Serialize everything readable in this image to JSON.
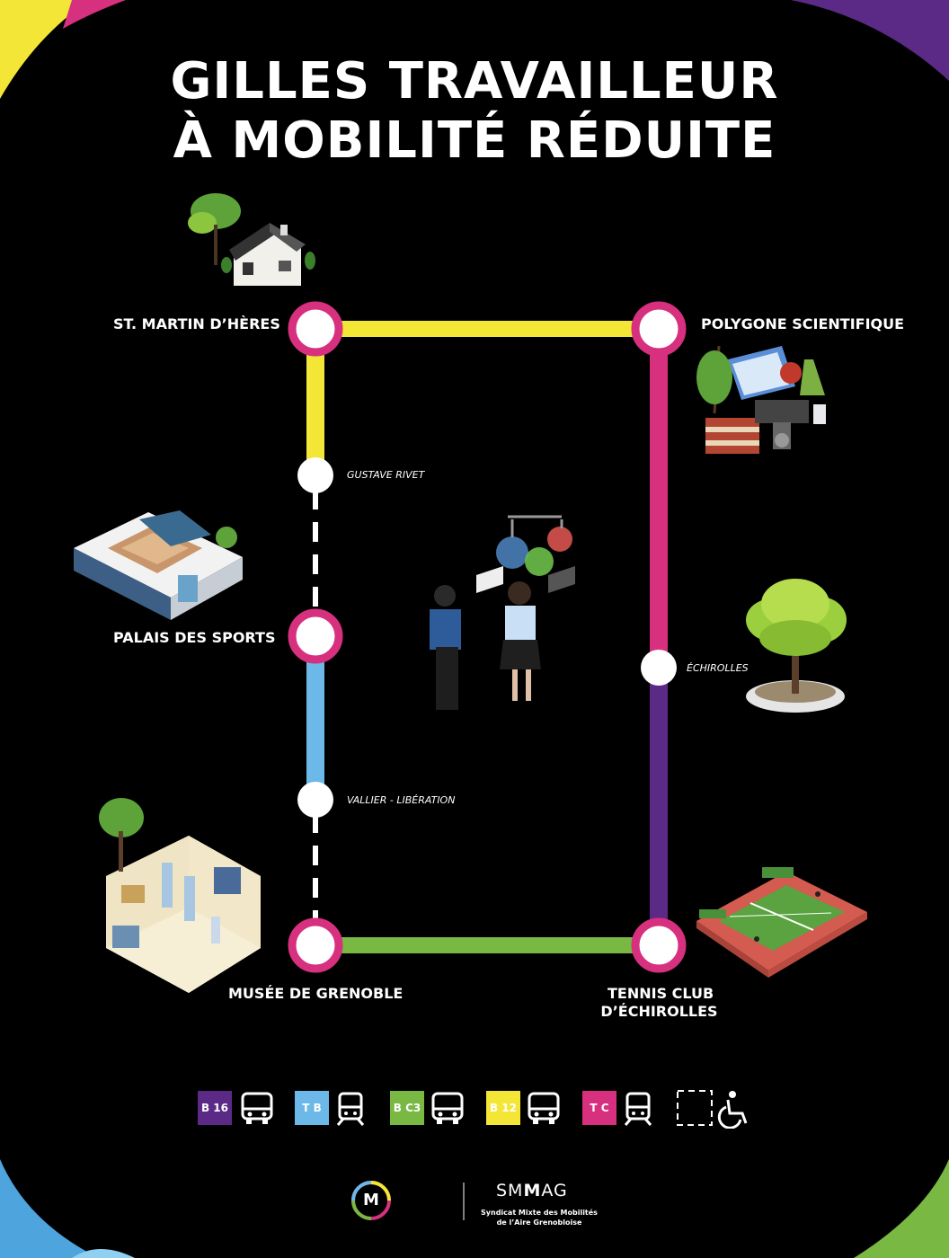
{
  "title": {
    "line1": "GILLES TRAVAILLEUR",
    "line2": "À MOBILITÉ RÉDUITE"
  },
  "stations": {
    "st_martin": "ST. MARTIN D’HÈRES",
    "polygone": "POLYGONE SCIENTIFIQUE",
    "gustave_rivet": "GUSTAVE RIVET",
    "palais_sports": "PALAIS DES SPORTS",
    "echirolles": "ÉCHIROLLES",
    "vallier": "VALLIER - LIBÉRATION",
    "musee": "MUSÉE DE GRENOBLE",
    "tennis_line1": "TENNIS CLUB",
    "tennis_line2": "D’ÉCHIROLLES"
  },
  "legend": [
    {
      "code": "B 16",
      "color": "#5b2a86",
      "mode": "bus-icon"
    },
    {
      "code": "T B",
      "color": "#6cb9e9",
      "mode": "tram-icon"
    },
    {
      "code": "B C3",
      "color": "#78b843",
      "mode": "bus-icon"
    },
    {
      "code": "B 12",
      "color": "#f4e637",
      "mode": "bus-icon"
    },
    {
      "code": "T C",
      "color": "#d6307e",
      "mode": "tram-icon"
    }
  ],
  "legend_walk_icon": "wheelchair-icon",
  "colors": {
    "yellow": "#f4e637",
    "magenta": "#d6307e",
    "purple": "#5b2a86",
    "blue": "#6cb9e9",
    "green": "#78b843"
  },
  "footer": {
    "logo_letter": "M",
    "smmag_prefix": "SM",
    "smmag_mid": "M",
    "smmag_suffix": "AG",
    "smmag_line1": "Syndicat Mixte des Mobilités",
    "smmag_line2": "de l’Aire Grenobloise"
  }
}
